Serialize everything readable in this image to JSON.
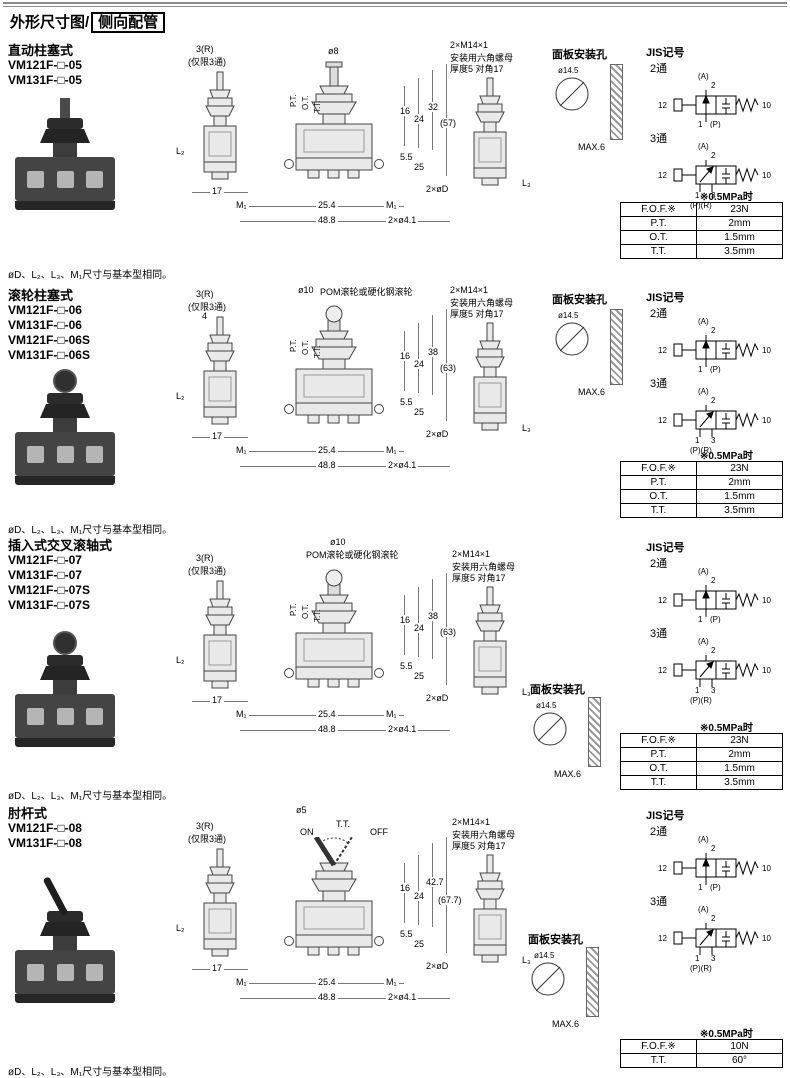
{
  "page": {
    "title_prefix": "外形尺寸图/",
    "title_boxed": "侧向配管"
  },
  "jis": {
    "title": "JIS记号",
    "two": "2通",
    "three": "3通",
    "a": "(A)",
    "n2": "2",
    "n12": "12",
    "n10": "10",
    "n1": "1",
    "n3": "3",
    "p": "(P)",
    "pr": "(P)(R)"
  },
  "sections": [
    {
      "title": "直动柱塞式",
      "models": [
        "VM121F-□-05",
        "VM131F-□-05"
      ],
      "ann": {
        "r3": "3(R)",
        "r3note": "(仅限3通)",
        "tip": "ø8",
        "pt": "P.T.",
        "ot": "O.T.",
        "tt": "T.T.",
        "d16": "16",
        "d24": "24",
        "d3": "32",
        "dtot": "(57)",
        "d55": "5.5",
        "d25": "25",
        "l2": "L₂",
        "d17": "17",
        "m1": "M₁",
        "d254": "25.4",
        "d488": "48.8",
        "holes": "2×ø4.1",
        "dd": "2×øD",
        "l3": "L₃",
        "nut1": "2×M14×1",
        "nut2": "安装用六角螺母",
        "nut3": "厚度5 对角17",
        "panel": "面板安装孔",
        "pdia": "ø14.5",
        "pmax": "MAX.6"
      },
      "table": {
        "note": "※0.5MPa时",
        "rows": [
          {
            "k": "F.O.F.※",
            "v": "23N"
          },
          {
            "k": "P.T.",
            "v": "2mm"
          },
          {
            "k": "O.T.",
            "v": "1.5mm"
          },
          {
            "k": "T.T.",
            "v": "3.5mm"
          }
        ]
      },
      "footnote": "øD、L₂、L₃、M₁尺寸与基本型相同。"
    },
    {
      "title": "滚轮柱塞式",
      "models": [
        "VM121F-□-06",
        "VM131F-□-06",
        "VM121F-□-06S",
        "VM131F-□-06S"
      ],
      "ann": {
        "r3": "3(R)",
        "r3note": "(仅限3通)",
        "d4": "4",
        "tip": "ø10",
        "roller": "POM滚轮或硬化钢滚轮",
        "pt": "P.T.",
        "ot": "O.T.",
        "tt": "T.T.",
        "d16": "16",
        "d24": "24",
        "d3": "38",
        "dtot": "(63)",
        "d55": "5.5",
        "d25": "25",
        "l2": "L₂",
        "d17": "17",
        "m1": "M₁",
        "d254": "25.4",
        "d488": "48.8",
        "holes": "2×ø4.1",
        "dd": "2×øD",
        "l3": "L₃",
        "nut1": "2×M14×1",
        "nut2": "安装用六角螺母",
        "nut3": "厚度5 对角17",
        "panel": "面板安装孔",
        "pdia": "ø14.5",
        "pmax": "MAX.6"
      },
      "table": {
        "note": "※0.5MPa时",
        "rows": [
          {
            "k": "F.O.F.※",
            "v": "23N"
          },
          {
            "k": "P.T.",
            "v": "2mm"
          },
          {
            "k": "O.T.",
            "v": "1.5mm"
          },
          {
            "k": "T.T.",
            "v": "3.5mm"
          }
        ]
      },
      "footnote": "øD、L₂、L₃、M₁尺寸与基本型相同。"
    },
    {
      "title": "插入式交叉滚轴式",
      "models": [
        "VM121F-□-07",
        "VM131F-□-07",
        "VM121F-□-07S",
        "VM131F-□-07S"
      ],
      "ann": {
        "r3": "3(R)",
        "r3note": "(仅限3通)",
        "tip": "ø10",
        "roller": "POM滚轮或硬化钢滚轮",
        "pt": "P.T.",
        "ot": "O.T.",
        "tt": "T.T.",
        "d16": "16",
        "d24": "24",
        "d3": "38",
        "dtot": "(63)",
        "d55": "5.5",
        "d25": "25",
        "l2": "L₂",
        "d17": "17",
        "m1": "M₁",
        "d254": "25.4",
        "d488": "48.8",
        "holes": "2×ø4.1",
        "dd": "2×øD",
        "l3": "L₃",
        "nut1": "2×M14×1",
        "nut2": "安装用六角螺母",
        "nut3": "厚度5 对角17",
        "panel": "面板安装孔",
        "pdia": "ø14.5",
        "pmax": "MAX.6"
      },
      "table": {
        "note": "※0.5MPa时",
        "rows": [
          {
            "k": "F.O.F.※",
            "v": "23N"
          },
          {
            "k": "P.T.",
            "v": "2mm"
          },
          {
            "k": "O.T.",
            "v": "1.5mm"
          },
          {
            "k": "T.T.",
            "v": "3.5mm"
          }
        ]
      },
      "footnote": "øD、L₂、L₃、M₁尺寸与基本型相同。"
    },
    {
      "title": "肘杆式",
      "models": [
        "VM121F-□-08",
        "VM131F-□-08"
      ],
      "ann": {
        "r3": "3(R)",
        "r3note": "(仅限3通)",
        "tip": "ø5",
        "on": "ON",
        "ttm": "T.T.",
        "off": "OFF",
        "d16": "16",
        "d24": "24",
        "d3": "42.7",
        "dtot": "(67.7)",
        "d55": "5.5",
        "d25": "25",
        "l2": "L₂",
        "d17": "17",
        "m1": "M₁",
        "d254": "25.4",
        "d488": "48.8",
        "holes": "2×ø4.1",
        "dd": "2×øD",
        "l3": "L₃",
        "nut1": "2×M14×1",
        "nut2": "安装用六角螺母",
        "nut3": "厚度5 对角17",
        "panel": "面板安装孔",
        "pdia": "ø14.5",
        "pmax": "MAX.6"
      },
      "table": {
        "note": "※0.5MPa时",
        "rows": [
          {
            "k": "F.O.F.※",
            "v": "10N"
          },
          {
            "k": "T.T.",
            "v": "60°"
          }
        ]
      },
      "footnote": "øD、L₂、L₃、M₁尺寸与基本型相同。"
    }
  ]
}
